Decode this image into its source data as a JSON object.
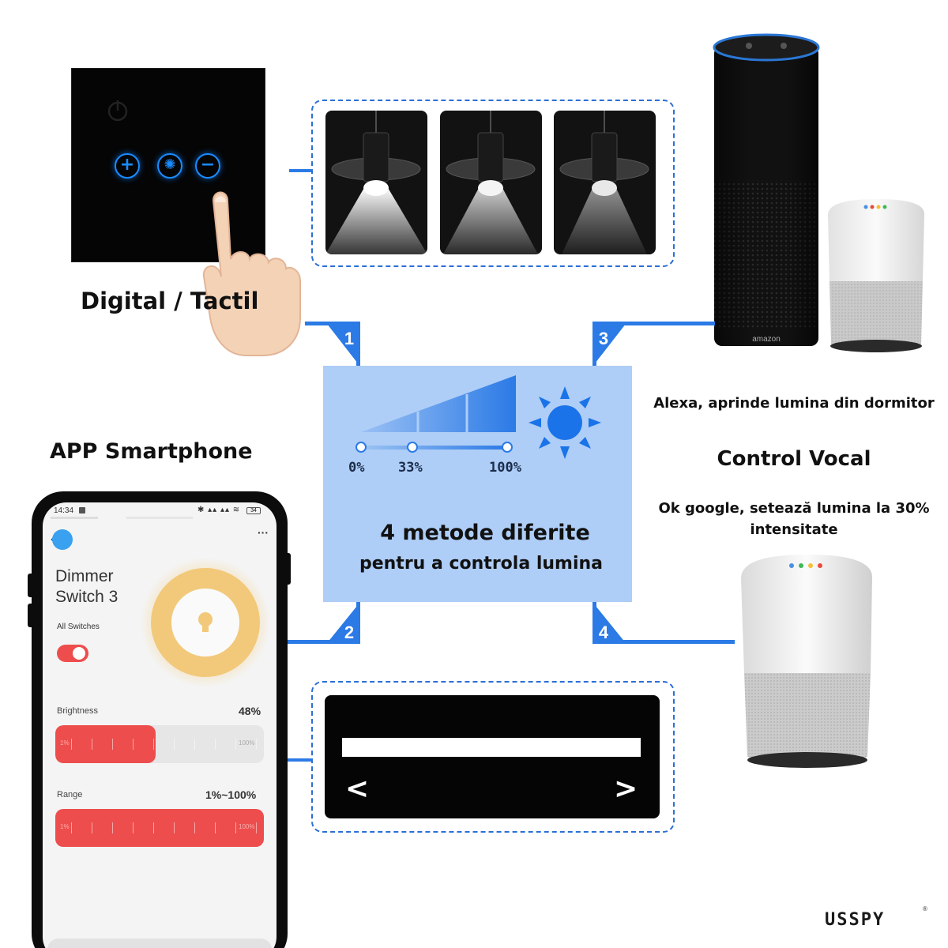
{
  "labels": {
    "digital": "Digital / Tactil",
    "app": "APP Smartphone",
    "control_vocal": "Control Vocal",
    "alexa_quote": "Alexa, aprinde lumina din dormitor",
    "google_quote": "Ok google, setează lumina la 30% intensitate",
    "brand": "USSPY"
  },
  "center": {
    "line1": "4 metode diferite",
    "line2": "pentru a controla lumina",
    "levels": [
      "0%",
      "33%",
      "100%"
    ]
  },
  "badges": [
    "1",
    "2",
    "3",
    "4"
  ],
  "speaker_brand": "amazon",
  "panel_icons": [
    "plus-icon",
    "sun-icon",
    "minus-icon"
  ],
  "lamp_levels": [
    1.0,
    0.7,
    0.35
  ],
  "phone": {
    "time": "14:34",
    "battery": "34",
    "title_line1": "Dimmer",
    "title_line2": "Switch 3",
    "all_switches": "All Switches",
    "switch_on": true,
    "brightness_label": "Brightness",
    "brightness_value": "48%",
    "brightness_level": 0.48,
    "range_label": "Range",
    "range_value": "1%~100%",
    "tick_min": "1%",
    "tick_max": "100%"
  },
  "slider_box": {
    "left_arrow": "<",
    "right_arrow": ">"
  },
  "colors": {
    "accent_blue": "#2b7ae6",
    "card_blue": "#aecdf7",
    "app_red": "#ee4d4d",
    "app_ring": "#f2c97a"
  }
}
